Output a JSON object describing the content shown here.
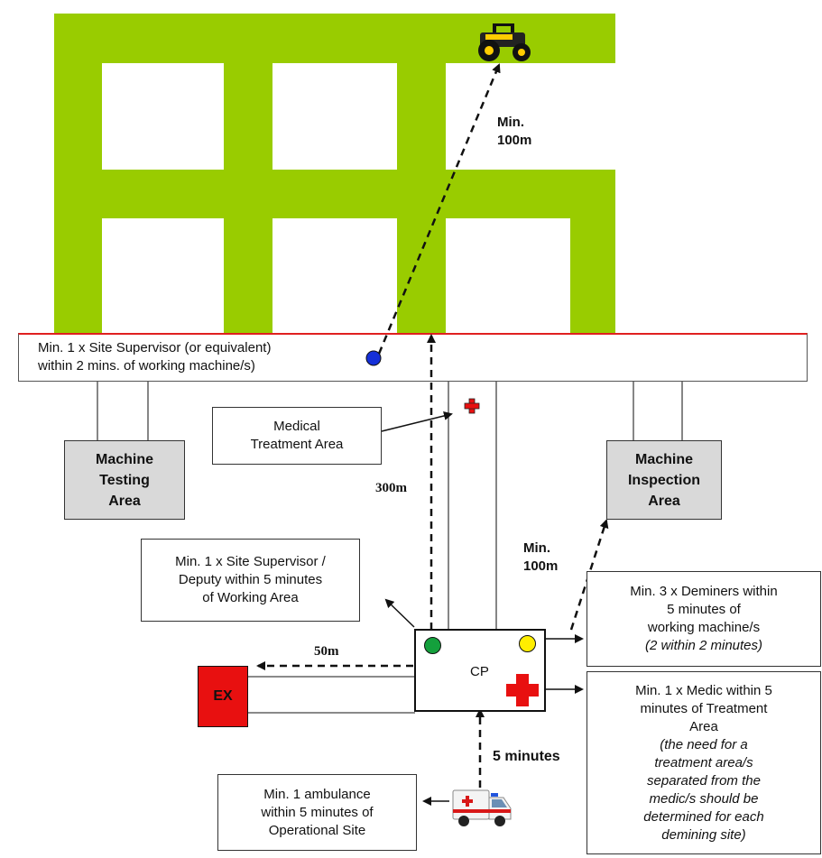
{
  "distances": {
    "machine_distance": "Min.\n100m",
    "corridor_distance": "300m",
    "inspection_distance": "Min.\n100m",
    "ex_distance": "50m",
    "ambulance_time": "5 minutes"
  },
  "labels": {
    "site_supervisor_lane": "Min. 1 x Site Supervisor (or equivalent)\nwithin 2 mins. of working machine/s)",
    "medical_treatment_area": "Medical\nTreatment Area",
    "machine_testing_area": "Machine\nTesting\nArea",
    "machine_inspection_area": "Machine\nInspection\nArea",
    "site_supervisor_deputy": "Min. 1 x Site Supervisor /\nDeputy within 5 minutes\nof Working Area",
    "cp": "CP",
    "ex": "EX",
    "deminers_main": "Min. 3 x Deminers within\n5 minutes of\nworking machine/s",
    "deminers_note": "(2 within 2 minutes)",
    "medic_main": "Min. 1 x Medic within 5\nminutes of Treatment\nArea",
    "medic_note": "(the need for a\ntreatment area/s\nseparated from the\nmedic/s should be\ndetermined for each\ndemining site)",
    "ambulance_note": "Min. 1 ambulance\nwithin 5 minutes of\nOperational Site"
  },
  "colors": {
    "work_area": "#99cc00",
    "lane_border": "#e02020",
    "supervisor_dot": "#1530d8",
    "cp_green_dot": "#14a03c",
    "cp_yellow_dot": "#ffee00",
    "medical_cross": "#e81010",
    "ex_box": "#e81010",
    "area_box": "#d9d9d9"
  },
  "icons": {
    "machine": "tractor-icon",
    "ambulance": "ambulance-icon",
    "medical": "medical-cross-icon"
  }
}
